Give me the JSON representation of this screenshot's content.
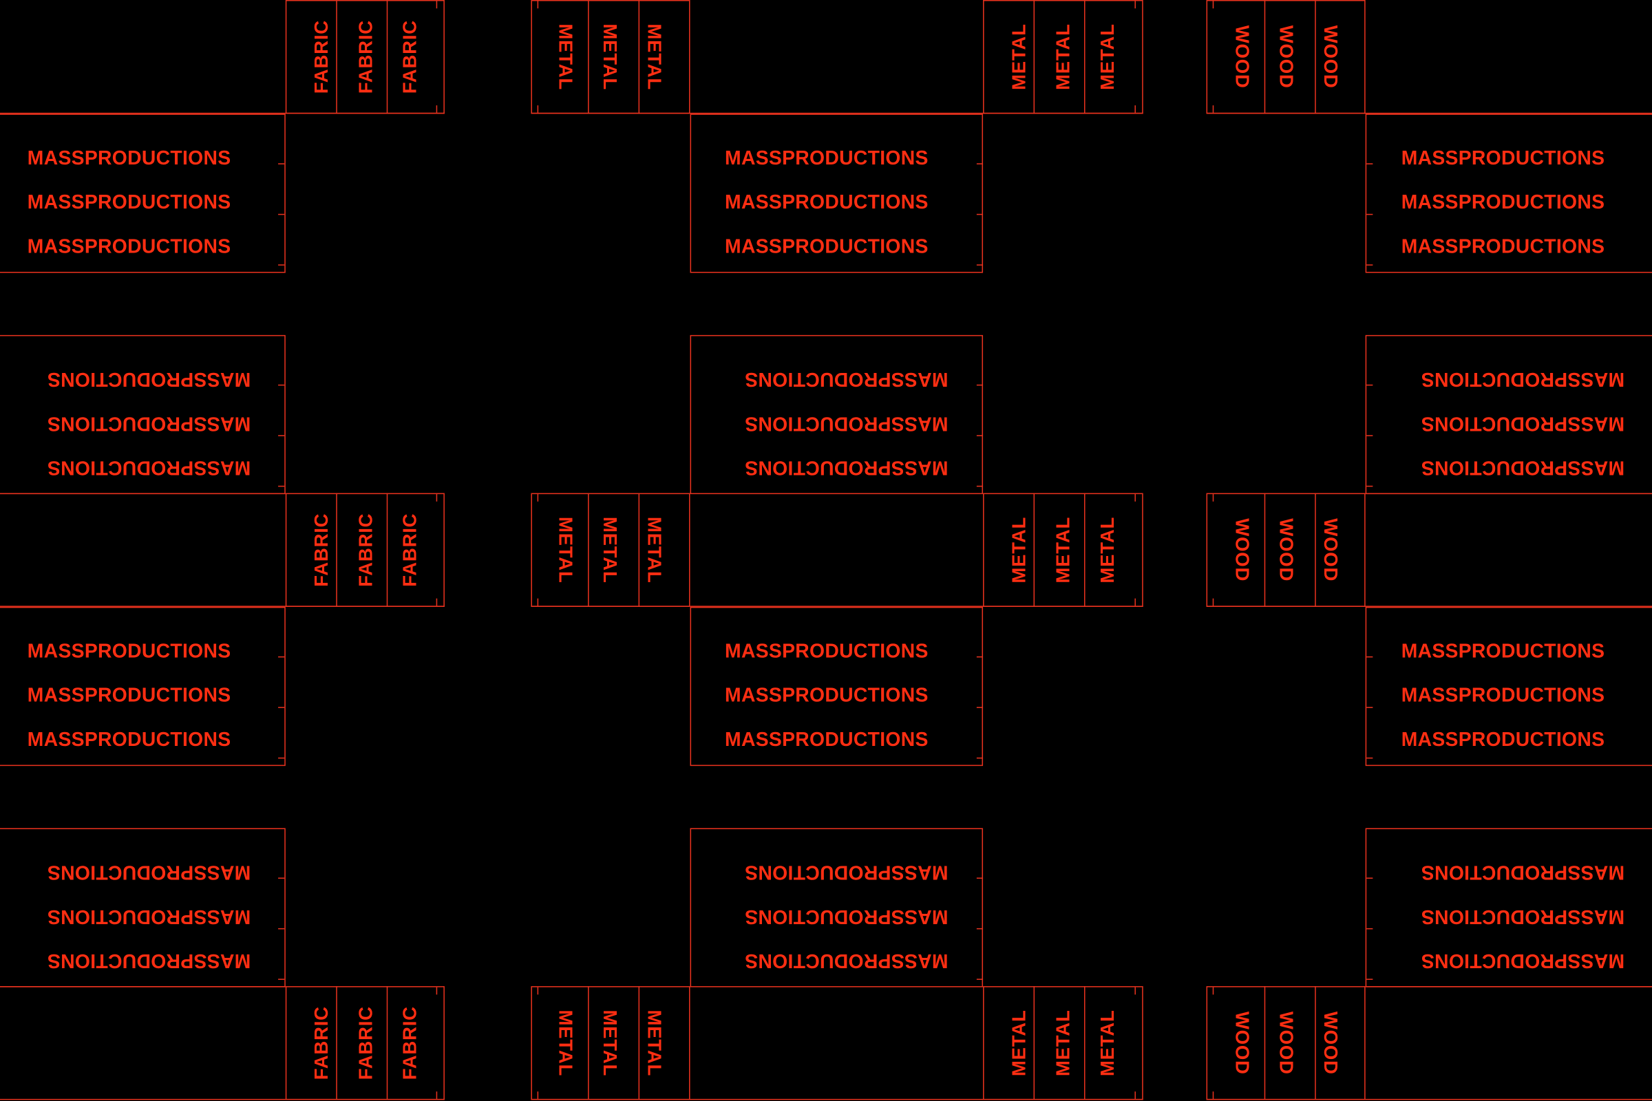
{
  "pattern": {
    "background": "#000000",
    "accent": "#e8321e",
    "brand_word": "MASSPRODUCTIONS",
    "materials": [
      "FABRIC",
      "METAL",
      "METAL",
      "WOOD"
    ]
  }
}
